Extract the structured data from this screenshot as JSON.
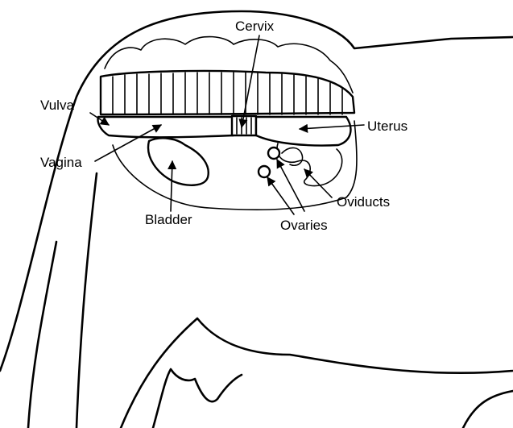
{
  "diagram": {
    "labels": {
      "cervix": "Cervix",
      "vulva": "Vulva",
      "uterus": "Uterus",
      "vagina": "Vagina",
      "oviducts": "Oviducts",
      "bladder": "Bladder",
      "ovaries": "Ovaries"
    },
    "colors": {
      "ink": "#000000",
      "background": "#ffffff"
    }
  }
}
